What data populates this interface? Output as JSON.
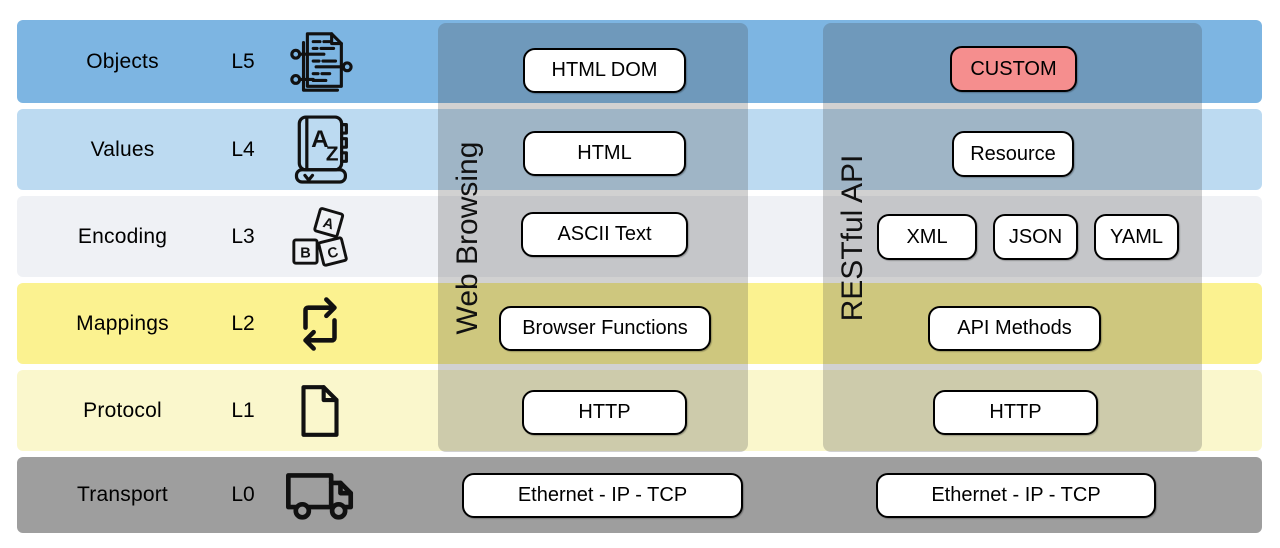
{
  "diagram": {
    "background": "#ffffff",
    "overlay_color": "rgba(70,70,70,0.25)",
    "rows": [
      {
        "label": "Objects",
        "level": "L5",
        "color": "#7DB5E2",
        "icon": "document-tree-icon"
      },
      {
        "label": "Values",
        "level": "L4",
        "color": "#BCDAF1",
        "icon": "dictionary-icon"
      },
      {
        "label": "Encoding",
        "level": "L3",
        "color": "#EFF1F5",
        "icon": "abc-blocks-icon"
      },
      {
        "label": "Mappings",
        "level": "L2",
        "color": "#FBF290",
        "icon": "swap-arrows-icon"
      },
      {
        "label": "Protocol",
        "level": "L1",
        "color": "#FAF7CC",
        "icon": "file-icon"
      },
      {
        "label": "Transport",
        "level": "L0",
        "color": "#9E9E9E",
        "icon": "truck-icon"
      }
    ],
    "columns": [
      {
        "title": "Web Browsing",
        "pills": [
          {
            "label": "HTML DOM"
          },
          {
            "label": "HTML"
          },
          {
            "label": "ASCII Text"
          },
          {
            "label": "Browser Functions"
          },
          {
            "label": "HTTP"
          }
        ]
      },
      {
        "title": "RESTful API",
        "pills": [
          {
            "label": "CUSTOM",
            "fill": "#F58E8E"
          },
          {
            "label": "Resource"
          },
          {
            "label": "XML"
          },
          {
            "label": "JSON"
          },
          {
            "label": "YAML"
          },
          {
            "label": "API Methods"
          },
          {
            "label": "HTTP"
          }
        ]
      }
    ],
    "transport_pills": [
      {
        "label": "Ethernet - IP - TCP"
      },
      {
        "label": "Ethernet - IP - TCP"
      }
    ]
  }
}
